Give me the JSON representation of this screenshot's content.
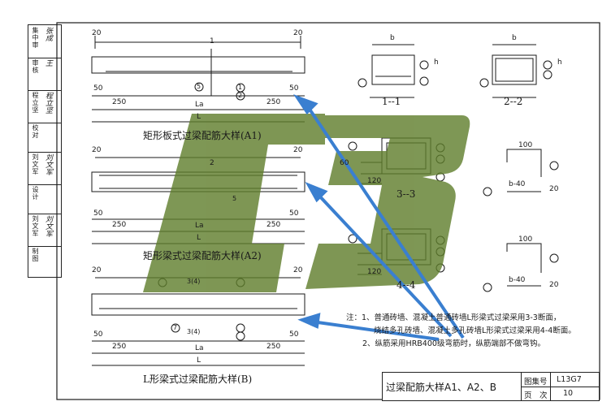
{
  "sidebar": {
    "rows": [
      {
        "label": "集中审",
        "sig": "张成"
      },
      {
        "label": "审核",
        "sig": "王"
      },
      {
        "label": "程立坚",
        "sig": "程立坚"
      },
      {
        "label": "校对",
        "sig": ""
      },
      {
        "label": "刘文军",
        "sig": "刘文军"
      },
      {
        "label": "设计",
        "sig": ""
      },
      {
        "label": "刘文军",
        "sig": "刘文军"
      },
      {
        "label": "制图",
        "sig": ""
      }
    ]
  },
  "drawing": {
    "a1": {
      "title": "矩形板式过梁配筋大样(A1)",
      "dim_20_left": "20",
      "dim_20_right": "20",
      "dim_1": "1",
      "dim_50_left": "50",
      "dim_50_right": "50",
      "dim_250_left": "250",
      "dim_250_right": "250",
      "la": "La",
      "l": "L",
      "tag_5": "5",
      "tag_1": "1",
      "tag_2": "2"
    },
    "a2": {
      "title": "矩形梁式过梁配筋大样(A2)",
      "dim_20_left": "20",
      "dim_20_right": "20",
      "dim_2": "2",
      "dim_50_left": "50",
      "dim_50_right": "50",
      "dim_250_left": "250",
      "dim_250_right": "250",
      "la": "La",
      "l": "L",
      "tag_5": "5"
    },
    "b": {
      "title": "L形梁式过梁配筋大样(B)",
      "dim_20_left": "20",
      "dim_20_right": "20",
      "dim_50_left": "50",
      "dim_50_right": "50",
      "dim_250_left": "250",
      "dim_250_right": "250",
      "la": "La",
      "l": "L",
      "tag_3": "3(4)",
      "tag_3b": "3(4)",
      "tag_7": "7"
    },
    "sections": {
      "s11": "1--1",
      "s22": "2--2",
      "s33": "3--3",
      "s44": "4--4",
      "b_label": "b",
      "h_label": "h",
      "dim_120": "120",
      "dim_60": "60",
      "dim_100": "100",
      "dim_20": "20",
      "b_minus_40": "b-40"
    }
  },
  "notes": {
    "line1": "注：1、普通砖墙、混凝土普通砖墙L形梁式过梁采用3-3断面，",
    "line2": "烧结多孔砖墙、混凝土多孔砖墙L形梁式过梁采用4-4断面。",
    "line3": "2、纵筋采用HRB400级弯筋时，纵筋端部不做弯钩。"
  },
  "titleblock": {
    "main": "过梁配筋大样A1、A2、B",
    "atlas_label": "图集号",
    "atlas_value": "L13G7",
    "page_label": "页　次",
    "page_value": "10"
  },
  "colors": {
    "watermark": "#5e7d2a",
    "arrow": "#3a7fd0",
    "line": "#1a1a1a"
  }
}
